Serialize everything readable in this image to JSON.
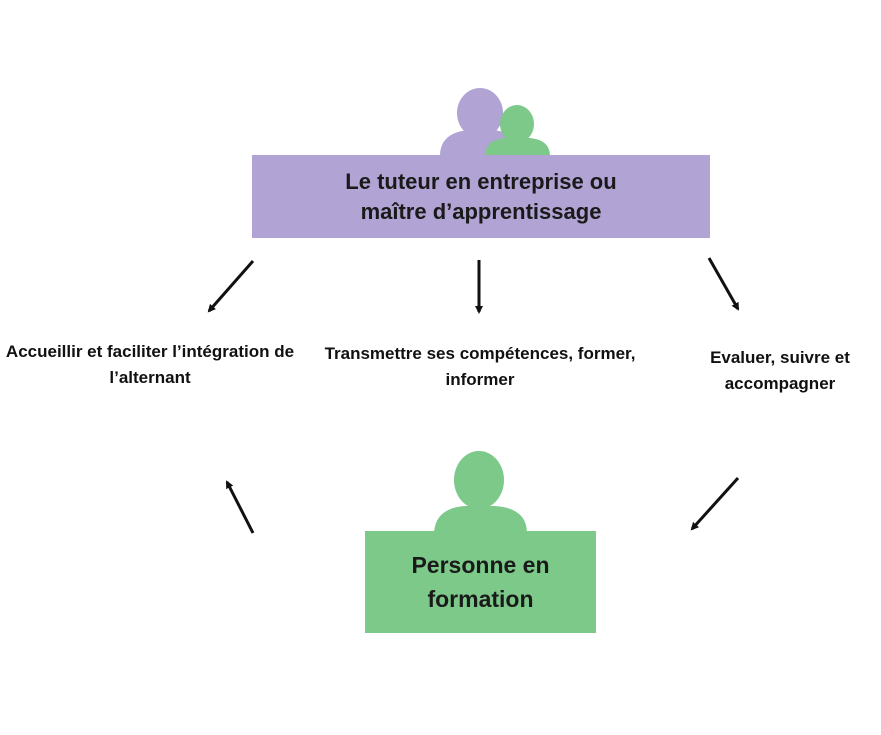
{
  "tutor": {
    "label": "Le tuteur en entreprise ou maître d’apprentissage"
  },
  "learner": {
    "label": "Personne en formation"
  },
  "roles": [
    {
      "label": "Accueillir et faciliter l’intégration de l’alternant"
    },
    {
      "label": "Transmettre ses compétences, former, informer"
    },
    {
      "label": "Evaluer, suivre et accompagner"
    }
  ],
  "colors": {
    "tutor": "#b1a3d3",
    "learner": "#7cc98a",
    "arrow": "#111111"
  }
}
